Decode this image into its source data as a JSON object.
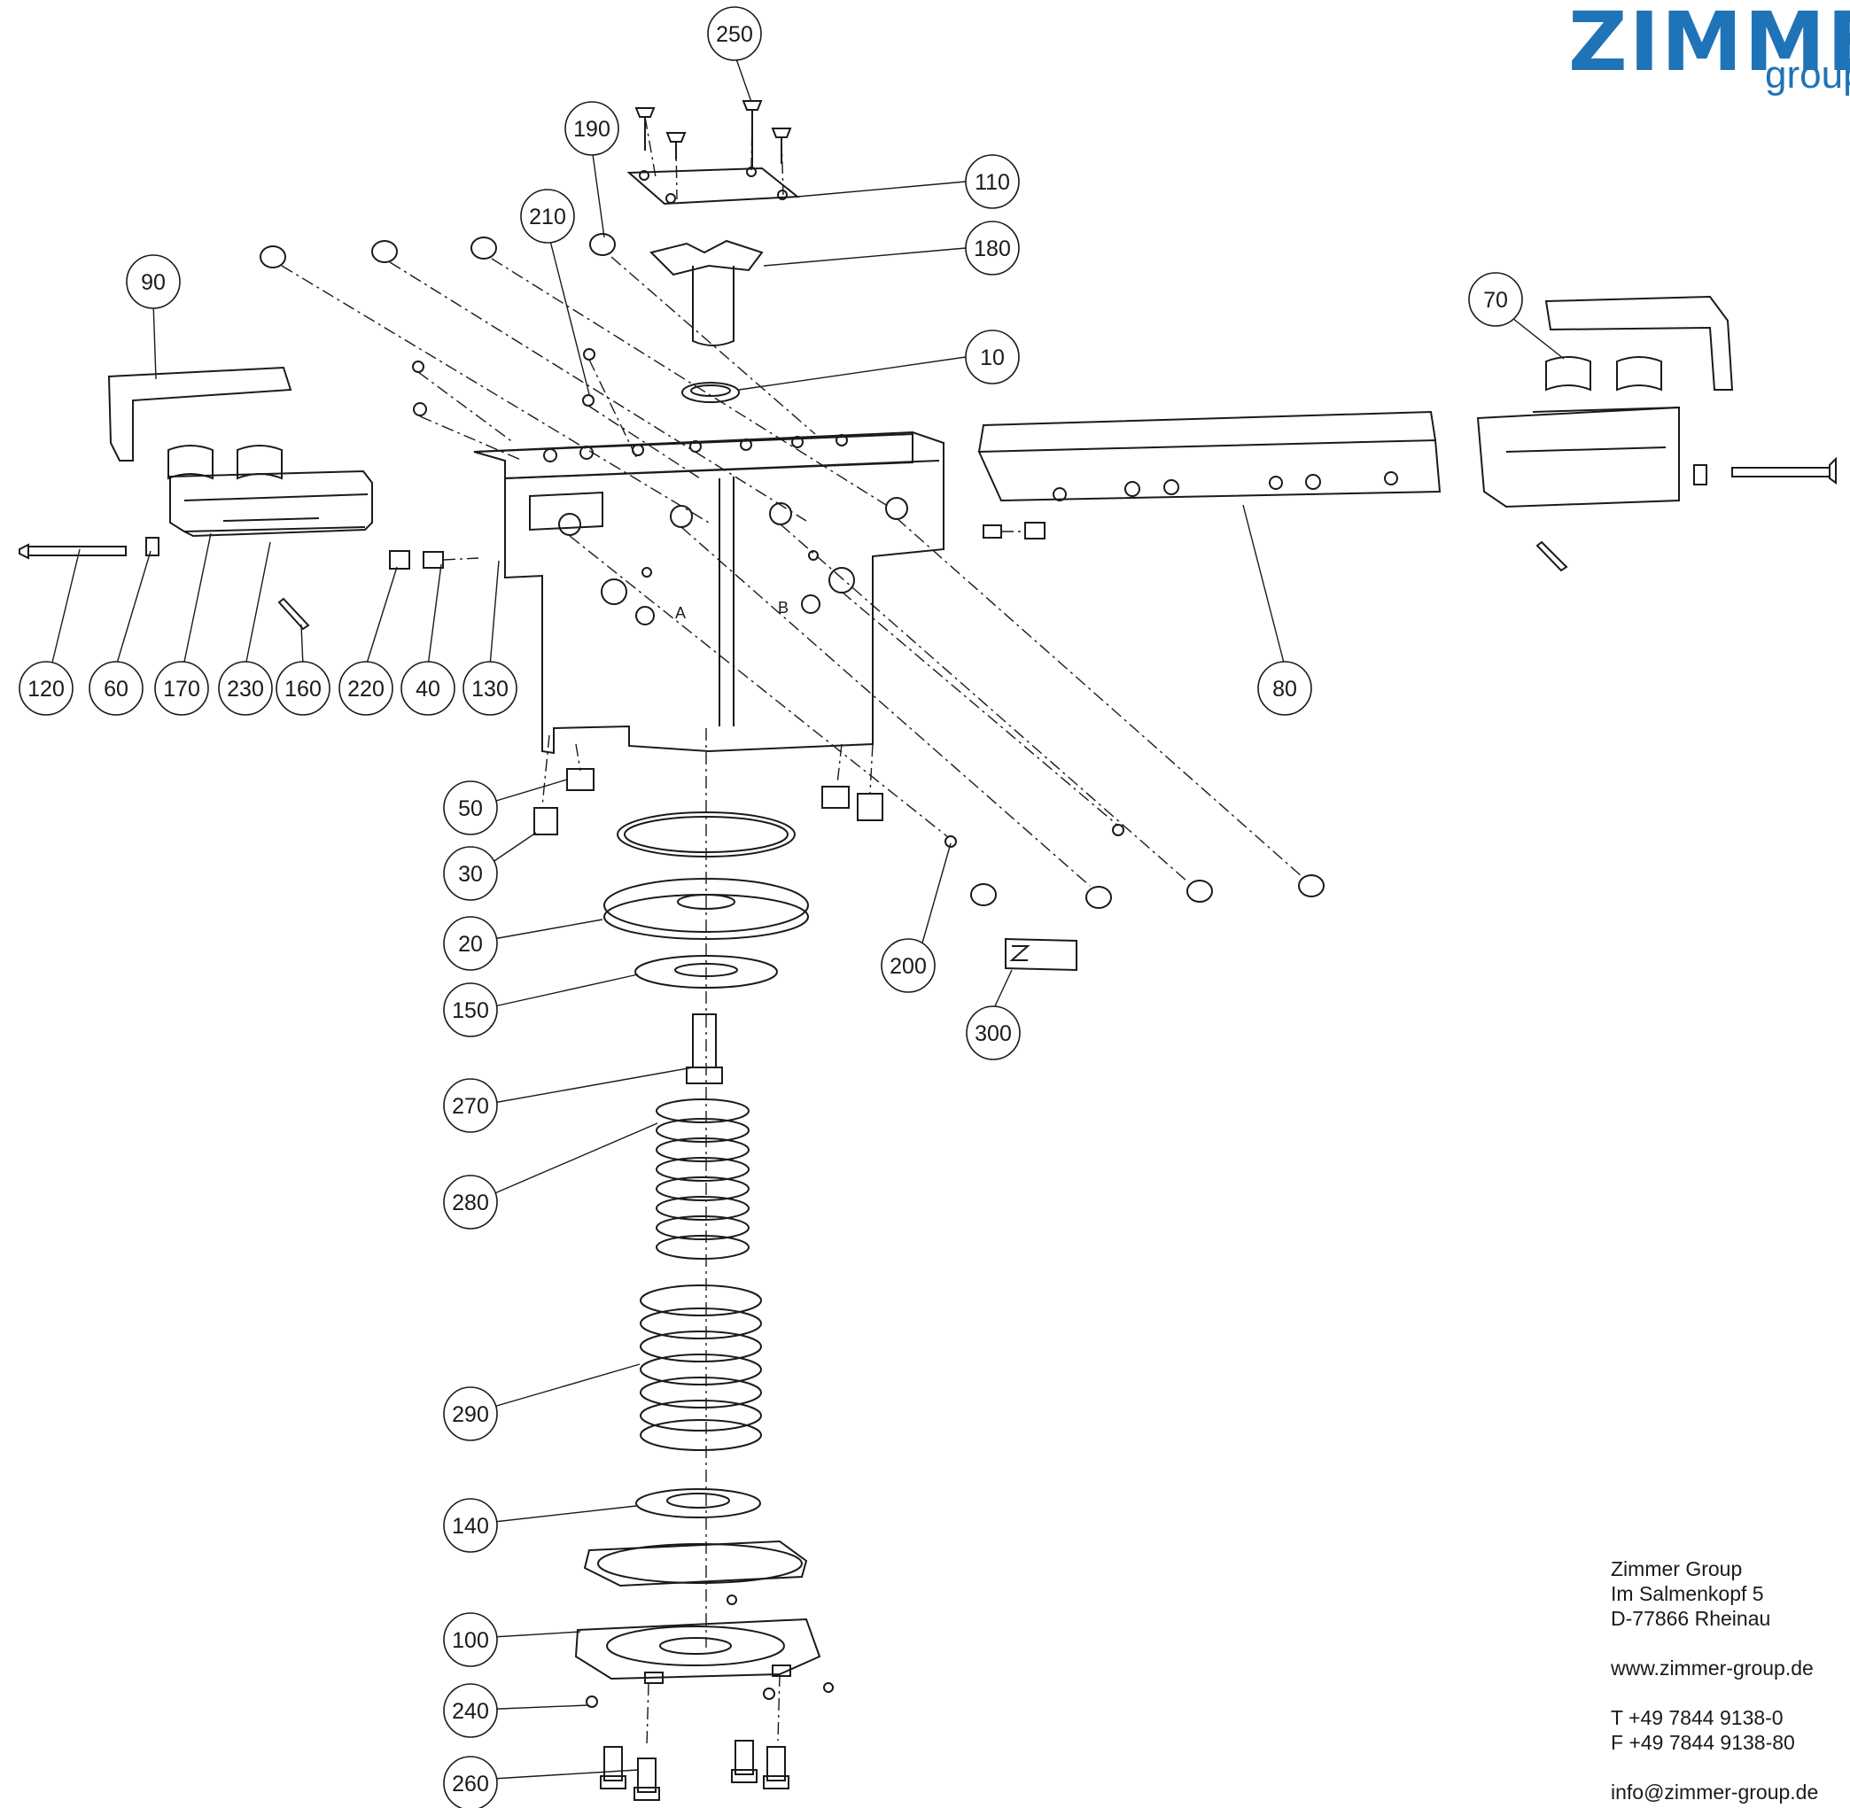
{
  "brand": {
    "logo_text": "ZIMMER",
    "logo_subtext": "group",
    "color": "#1f73b7"
  },
  "part_numbers": [
    "250",
    "190",
    "110",
    "210",
    "180",
    "90",
    "10",
    "70",
    "80",
    "120",
    "60",
    "170",
    "230",
    "160",
    "220",
    "40",
    "130",
    "50",
    "30",
    "20",
    "200",
    "150",
    "300",
    "270",
    "280",
    "290",
    "140",
    "100",
    "240",
    "260"
  ],
  "address": {
    "company": "Zimmer Group",
    "street": "Im Salmenkopf 5",
    "city": "D-77866 Rheinau",
    "website": "www.zimmer-group.de",
    "phone": "T +49 7844 9138-0",
    "fax": "F +49 7844 9138-80",
    "email": "info@zimmer-group.de"
  },
  "colors": {
    "line": "#1a1a1a",
    "background": "#ffffff"
  }
}
